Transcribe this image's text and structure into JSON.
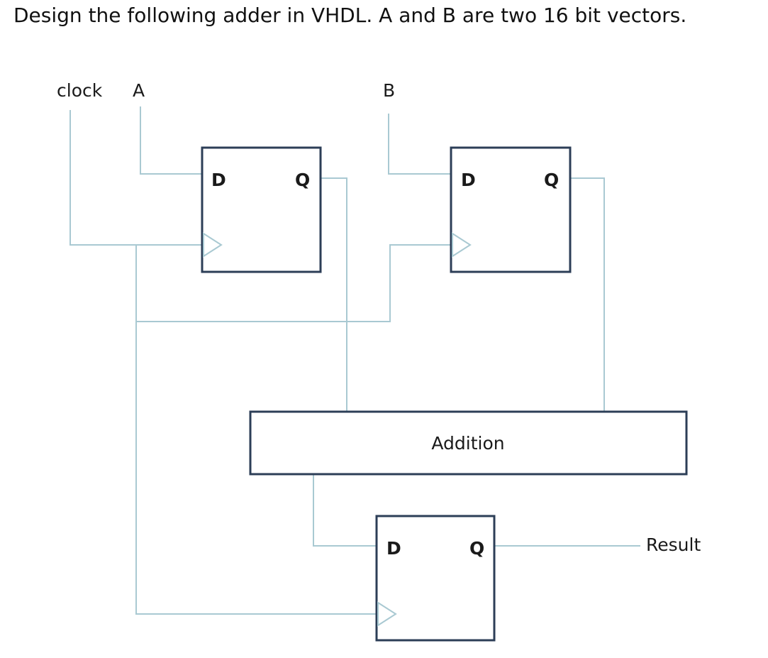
{
  "question": "Design the following adder in VHDL. A and B are two 16 bit vectors.",
  "diagram": {
    "inputs": {
      "clock": "clock",
      "a": "A",
      "b": "B"
    },
    "flipflops": [
      {
        "d": "D",
        "q": "Q"
      },
      {
        "d": "D",
        "q": "Q"
      },
      {
        "d": "D",
        "q": "Q"
      }
    ],
    "adder": "Addition",
    "output": "Result"
  }
}
